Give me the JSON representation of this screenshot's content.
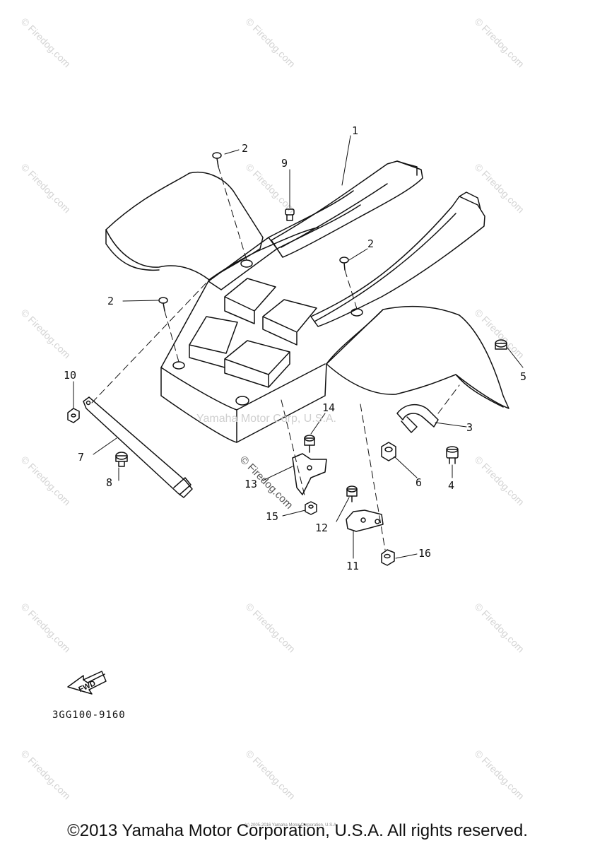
{
  "watermark_text": "© Firedog.com",
  "center_watermark": "Yamaha Motor Corp, U.S.A.",
  "center_watermark2": "© Firedog.com",
  "callouts": [
    "1",
    "2",
    "9",
    "2",
    "2",
    "10",
    "7",
    "8",
    "14",
    "13",
    "15",
    "12",
    "11",
    "16",
    "3",
    "6",
    "4",
    "5"
  ],
  "fwd_label": "FWD",
  "part_code": "3GG100-9160",
  "tiny_note": "(c) 2005-2016 Yamaha Motor Corporation, U.S.A.",
  "copyright": "©2013 Yamaha Motor Corporation, U.S.A. All rights reserved."
}
